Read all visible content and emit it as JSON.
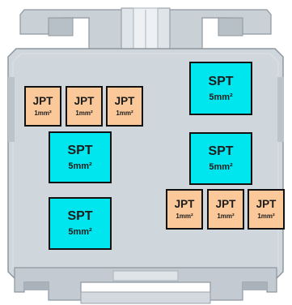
{
  "colors": {
    "housing": "#cfd6dc",
    "housing_dark": "#aab3bb",
    "housing_edge": "#8e979f",
    "spt_fill": "#00e6ee",
    "jpt_fill": "#fbc89a",
    "outline": "#111111"
  },
  "terminals": {
    "left": {
      "jpt": [
        {
          "label": "JPT",
          "size": "1mm²"
        },
        {
          "label": "JPT",
          "size": "1mm²"
        },
        {
          "label": "JPT",
          "size": "1mm²"
        }
      ],
      "spt": [
        {
          "label": "SPT",
          "size": "5mm²"
        },
        {
          "label": "SPT",
          "size": "5mm²"
        }
      ]
    },
    "right": {
      "spt": [
        {
          "label": "SPT",
          "size": "5mm²"
        },
        {
          "label": "SPT",
          "size": "5mm²"
        }
      ],
      "jpt": [
        {
          "label": "JPT",
          "size": "1mm²"
        },
        {
          "label": "JPT",
          "size": "1mm²"
        },
        {
          "label": "JPT",
          "size": "1mm²"
        }
      ]
    }
  }
}
